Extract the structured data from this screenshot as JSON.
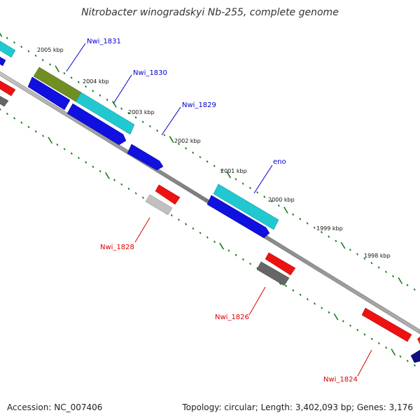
{
  "title": "Nitrobacter winogradskyi Nb-255, complete genome",
  "footer": {
    "accession": "Accession: NC_007406",
    "summary": "Topology: circular; Length: 3,402,093 bp; Genes: 3,176"
  },
  "scale_labels": [
    "2005 kbp",
    "2004 kbp",
    "2003 kbp",
    "2002 kbp",
    "2001 kbp",
    "2000 kbp",
    "1999 kbp",
    "1998 kbp"
  ],
  "gene_labels": [
    {
      "name": "Nwi_1831",
      "strand": "forward"
    },
    {
      "name": "Nwi_1830",
      "strand": "forward"
    },
    {
      "name": "Nwi_1829",
      "strand": "forward"
    },
    {
      "name": "eno",
      "strand": "forward"
    },
    {
      "name": "Nwi_1828",
      "strand": "reverse"
    },
    {
      "name": "Nwi_1826",
      "strand": "reverse"
    },
    {
      "name": "Nwi_1824",
      "strand": "reverse"
    }
  ],
  "colors": {
    "forward_label": "#0000cc",
    "reverse_label": "#dd0000",
    "tick": "#1a7a1a",
    "backbone": "#888888",
    "cds_blue": "#1010e0",
    "cds_cyan": "#22c8d0",
    "cds_olive": "#6f8f22",
    "cds_red": "#ee1111",
    "cds_gray": "#666666",
    "cds_lightgray": "#bbbbbb",
    "cds_navy": "#101080"
  }
}
